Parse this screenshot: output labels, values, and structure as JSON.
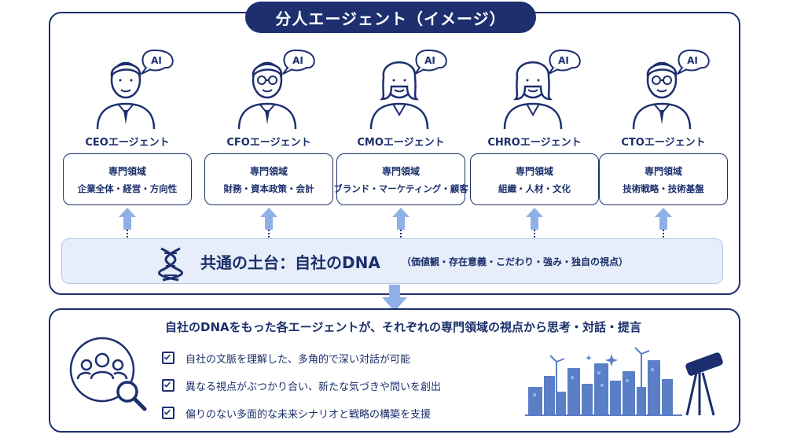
{
  "title": "分人エージェント（イメージ）",
  "ai_label": "AI",
  "agents": [
    {
      "name": "CEOエージェント",
      "area_label": "専門領域",
      "area_value": "企業全体・経営・方向性",
      "gender": "male",
      "glasses": false
    },
    {
      "name": "CFOエージェント",
      "area_label": "専門領域",
      "area_value": "財務・資本政策・会計",
      "gender": "male",
      "glasses": true
    },
    {
      "name": "CMOエージェント",
      "area_label": "専門領域",
      "area_value": "ブランド・マーケティング・顧客",
      "gender": "female",
      "glasses": false
    },
    {
      "name": "CHROエージェント",
      "area_label": "専門領域",
      "area_value": "組織・人材・文化",
      "gender": "female",
      "glasses": false
    },
    {
      "name": "CTOエージェント",
      "area_label": "専門領域",
      "area_value": "技術戦略・技術基盤",
      "gender": "male",
      "glasses": true
    }
  ],
  "foundation": {
    "main": "共通の土台：自社のDNA",
    "sub": "（価値観・存在意義・こだわり・強み・独自の視点）",
    "icon": "dna-icon"
  },
  "result": {
    "title": "自社のDNAをもった各エージェントが、それぞれの専門領域の視点から思考・対話・提言",
    "checks": [
      "自社の文脈を理解した、多角的で深い対話が可能",
      "異なる視点がぶつかり合い、新たな気づきや問いを創出",
      "偏りのない多面的な未来シナリオと戦略の構築を支援"
    ],
    "icons": [
      "people-search-icon",
      "city-telescope-illustration"
    ]
  },
  "colors": {
    "navy": "#1d2f6f",
    "light_blue": "#e7eef9",
    "arrow_blue": "#8fb0e6"
  }
}
